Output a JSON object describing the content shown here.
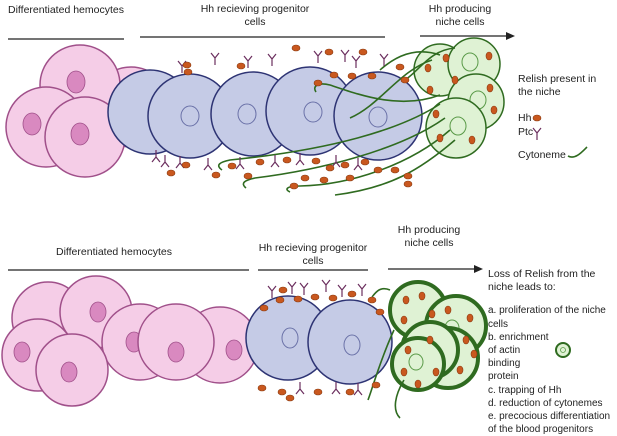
{
  "top_panel": {
    "label_differentiated": "Differentiated hemocytes",
    "label_receiving": "Hh recieving progenitor cells",
    "label_producing": "Hh producing niche cells"
  },
  "legend": {
    "relish_present": "Relish present in the niche",
    "hh": "Hh",
    "ptc": "Ptc",
    "cytoneme": "Cytoneme"
  },
  "bottom_panel": {
    "label_differentiated": "Differentiated hemocytes",
    "label_receiving": "Hh recieving progenitor cells",
    "label_producing": "Hh producing niche cells",
    "loss_title": "Loss of Relish from the niche leads to:",
    "loss_items": [
      "a. proliferation of the niche cells",
      "b. enrichment of actin binding protein",
      "c. trapping of Hh",
      "d. reduction of cytonemes",
      "e. precocious differentiation of the blood progenitors"
    ]
  },
  "colors": {
    "hemocyte_fill": "#f5cde7",
    "hemocyte_stroke": "#a0508a",
    "hemocyte_nucleus": "#d989c0",
    "progenitor_fill": "#c5cbe6",
    "progenitor_stroke": "#2e3474",
    "niche_fill": "#dff2d4",
    "niche_stroke": "#2f6b20",
    "hh_dot": "#c9581f",
    "ptc": "#6b2e5e"
  }
}
